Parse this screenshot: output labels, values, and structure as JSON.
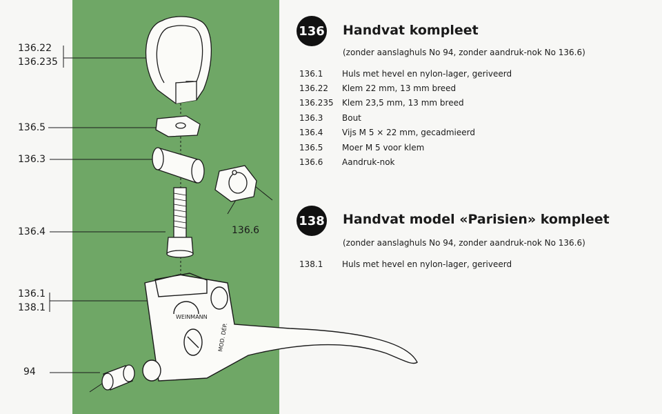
{
  "callouts": {
    "c1": "136.22",
    "c2": "136.235",
    "c3": "136.5",
    "c4": "136.3",
    "c5": "136.4",
    "c6": "136.1",
    "c7": "138.1",
    "c8": "94",
    "c9": "136.6"
  },
  "brand_text": "WEINMANN",
  "model_text": "MOD. DÉP.",
  "section136": {
    "number": "136",
    "title": "Handvat kompleet",
    "note": "(zonder aanslaghuls No 94, zonder aandruk-nok No 136.6)",
    "parts": [
      {
        "code": "136.1",
        "desc": "Huls met hevel en nylon-lager, geriveerd"
      },
      {
        "code": "136.22",
        "desc": "Klem 22 mm, 13 mm breed"
      },
      {
        "code": "136.235",
        "desc": "Klem 23,5 mm, 13 mm breed"
      },
      {
        "code": "136.3",
        "desc": "Bout"
      },
      {
        "code": "136.4",
        "desc": "Vijs M 5 × 22 mm, gecadmieerd"
      },
      {
        "code": "136.5",
        "desc": "Moer M 5 voor klem"
      },
      {
        "code": "136.6",
        "desc": "Aandruk-nok"
      }
    ]
  },
  "section138": {
    "number": "138",
    "title": "Handvat model «Parisien» kompleet",
    "note": "(zonder aanslaghuls No 94, zonder aandruk-nok No 136.6)",
    "parts": [
      {
        "code": "138.1",
        "desc": "Huls met hevel en nylon-lager, geriveerd"
      }
    ]
  },
  "colors": {
    "band": "#6fa766",
    "badge": "#111111"
  }
}
